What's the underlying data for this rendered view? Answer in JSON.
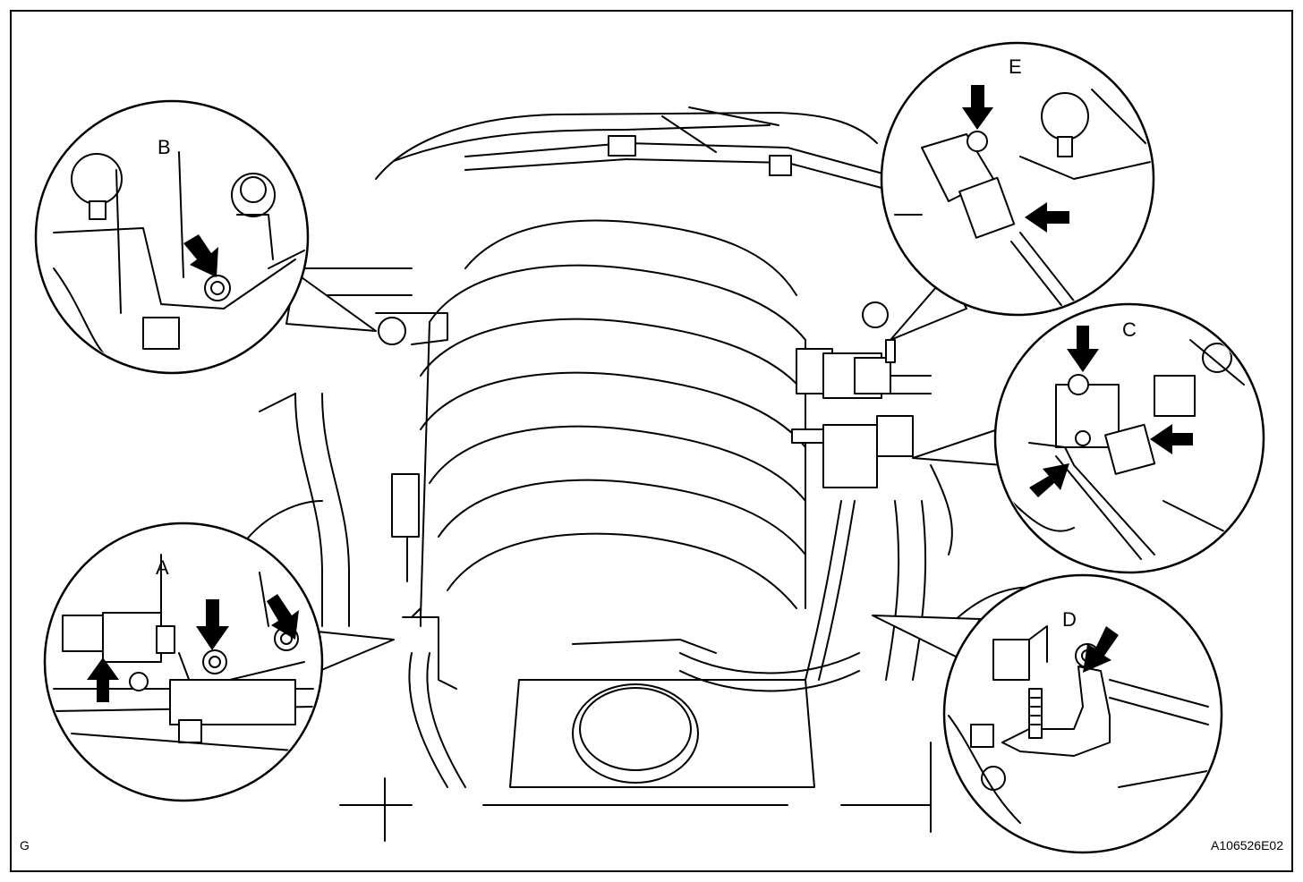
{
  "figure": {
    "view_code": "G",
    "figure_id": "A106526E02"
  },
  "callouts": [
    {
      "label": "A",
      "arrow_count": 3
    },
    {
      "label": "B",
      "arrow_count": 1
    },
    {
      "label": "C",
      "arrow_count": 3
    },
    {
      "label": "D",
      "arrow_count": 1
    },
    {
      "label": "E",
      "arrow_count": 2
    }
  ]
}
